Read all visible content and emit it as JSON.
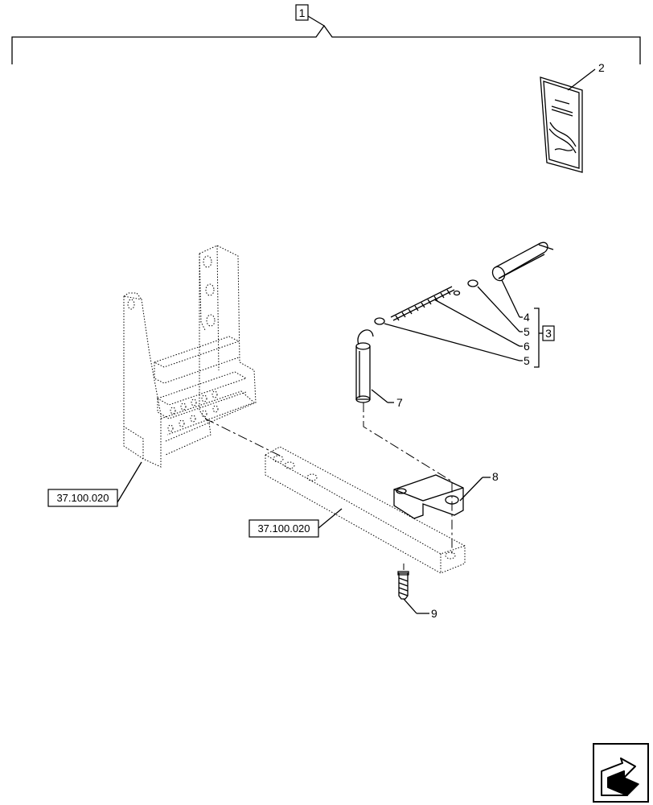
{
  "callouts": {
    "main_assembly": "1",
    "manual": "2",
    "kit": "3",
    "item_4": "4",
    "item_5a": "5",
    "item_6": "6",
    "item_5b": "5",
    "pin": "7",
    "clevis": "8",
    "bolt": "9"
  },
  "references": {
    "frame_ref": "37.100.020",
    "drawbar_ref": "37.100.020"
  },
  "icons": {
    "navigation": "next-page-arrow-icon"
  }
}
